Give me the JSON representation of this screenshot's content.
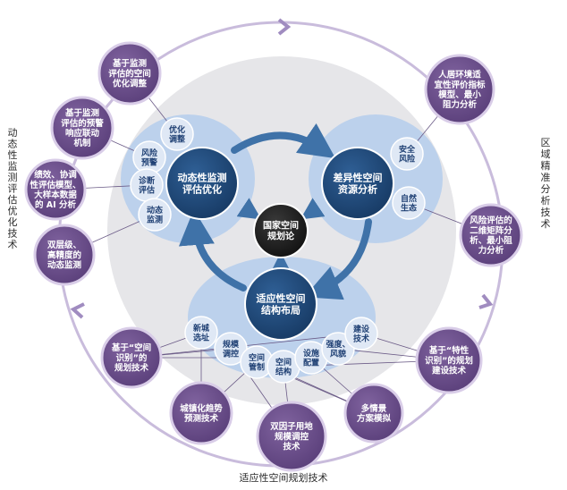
{
  "core": {
    "label": [
      "国家空间",
      "规划论"
    ]
  },
  "nodes": {
    "dynamic": {
      "label": [
        "动态性监测",
        "评估优化"
      ]
    },
    "difference": {
      "label": [
        "差异性空间",
        "资源分析"
      ]
    },
    "adaptive": {
      "label": [
        "适应性空间",
        "结构布局"
      ]
    }
  },
  "left_small": [
    {
      "label": [
        "优化",
        "调整"
      ]
    },
    {
      "label": [
        "风险",
        "预警"
      ]
    },
    {
      "label": [
        "诊断",
        "评估"
      ]
    },
    {
      "label": [
        "动态",
        "监测"
      ]
    }
  ],
  "right_small": [
    {
      "label": [
        "安全",
        "风险"
      ]
    },
    {
      "label": [
        "自然",
        "生态"
      ]
    }
  ],
  "bottom_small": [
    {
      "label": [
        "新城",
        "选址"
      ]
    },
    {
      "label": [
        "规模",
        "调控"
      ]
    },
    {
      "label": [
        "空间",
        "管制"
      ]
    },
    {
      "label": [
        "空间",
        "结构"
      ]
    },
    {
      "label": [
        "设施",
        "配置"
      ]
    },
    {
      "label": [
        "强度、",
        "风貌"
      ]
    },
    {
      "label": [
        "建设",
        "技术"
      ]
    }
  ],
  "outer_tech": [
    {
      "label": [
        "基于监测",
        "评估的空间",
        "优化调整"
      ]
    },
    {
      "label": [
        "基于监测",
        "评估的预警",
        "响应联动",
        "机制"
      ]
    },
    {
      "label": [
        "绩效、协调",
        "性评估模型、",
        "大样本数据",
        "的 AI 分析"
      ]
    },
    {
      "label": [
        "双层级、",
        "高精度的",
        "动态监测"
      ]
    },
    {
      "label": [
        "人居环境适",
        "宜性评价指标",
        "模型、最小",
        "阻力分析"
      ]
    },
    {
      "label": [
        "风险评估的",
        "二维矩阵分",
        "析、最小阻",
        "力分析"
      ]
    },
    {
      "label": [
        "基于“特性",
        "识别”的规划",
        "建设技术"
      ]
    },
    {
      "label": [
        "多情景",
        "方案模拟"
      ]
    },
    {
      "label": [
        "双因子用地",
        "规模调控",
        "技术"
      ]
    },
    {
      "label": [
        "城镇化趋势",
        "预测技术"
      ]
    },
    {
      "label": [
        "基于“空间",
        "识别”的",
        "规划技术"
      ]
    }
  ],
  "outer_labels": {
    "left": "动态性监测评估优化技术",
    "right": "区域精准分析技术",
    "bottom": "适应性空间规划技术"
  },
  "colors": {
    "purple": "#6b4f8c",
    "purple_stroke": "#d9cde8",
    "navy": "#1f4777",
    "light_blue_disc": "#bcd1ec",
    "light_blue_fill": "#dfe8f5",
    "arrow": "#3f72a8",
    "ring": "#c9bcdc",
    "grey_circle": "#e6e6e9"
  }
}
